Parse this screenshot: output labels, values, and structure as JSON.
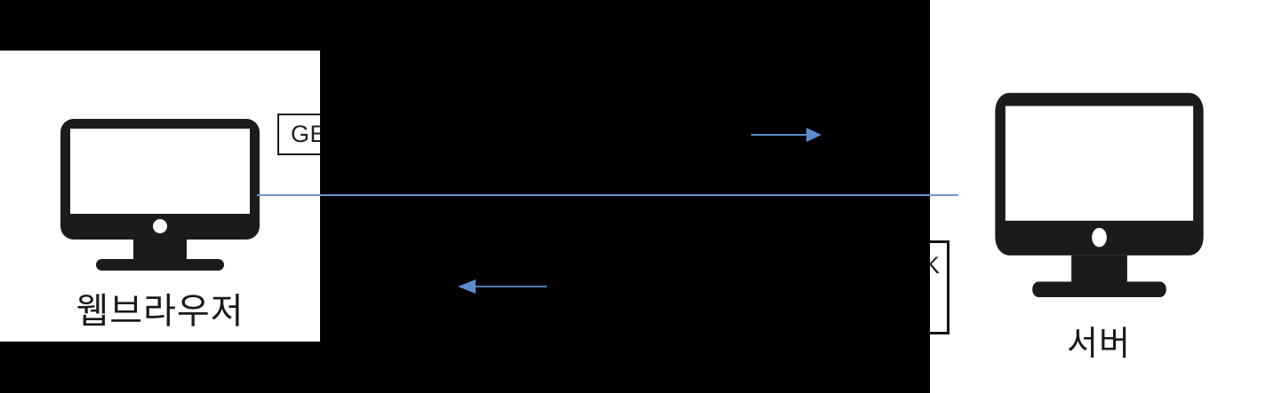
{
  "diagram": {
    "browser": {
      "label": "웹브라우저",
      "icon": "monitor-icon"
    },
    "server": {
      "label": "서버",
      "icon": "monitor-icon"
    },
    "request_box": {
      "label": "GET"
    },
    "response_box": {
      "label": "K"
    },
    "connectors": {
      "request_arrow_icon": "arrow-right-icon",
      "response_arrow_icon": "arrow-left-icon",
      "line": "horizontal-connector-line"
    },
    "colors": {
      "background": "#ffffff",
      "redaction_black": "#000000",
      "icon_ink": "#1b1b1b",
      "arrow_blue": "#5b8bce",
      "line_blue": "#6b97d4"
    }
  }
}
